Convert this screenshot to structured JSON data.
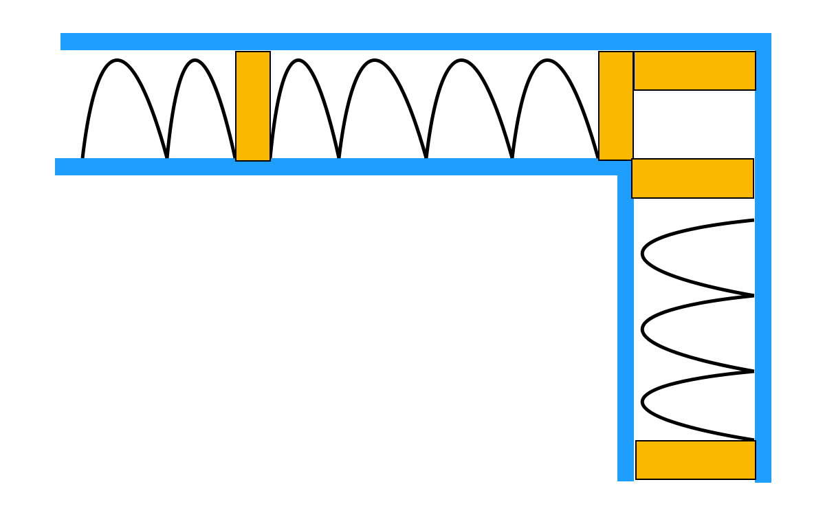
{
  "colors": {
    "wall": "#1e9fff",
    "block": "#fab900",
    "spring": "#000000",
    "background": "#ffffff"
  },
  "diagram": {
    "horizontal_spring_segments": [
      {
        "arches": 2
      },
      {
        "arches": 4
      }
    ],
    "vertical_spring_loops": 3,
    "block_count": 5
  }
}
